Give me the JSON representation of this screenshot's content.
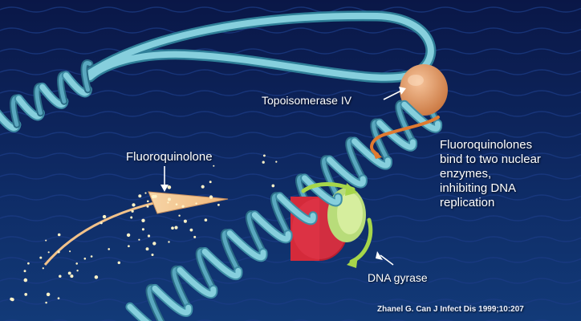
{
  "labels": {
    "fluoroquinolone": "Fluoroquinolone",
    "topoisomerase": "Topoisomerase IV",
    "dna_gyrase": "DNA gyrase",
    "description_lines": [
      "Fluoroquinolones",
      "bind to two nuclear",
      "enzymes,",
      "inhibiting DNA",
      "replication"
    ],
    "citation": "Zhanel G. Can J Infect Dis 1999;10:207"
  },
  "colors": {
    "background_top": "#0a1747",
    "background_bottom": "#123a78",
    "dna_ribbon": "#7fc8d8",
    "dna_ribbon_dark": "#3f8ea6",
    "topoisomerase": "#e8a070",
    "gyrase_red": "#d42a3a",
    "gyrase_green": "#b8dc7a",
    "rotation_arrow_green": "#a6d64a",
    "rotation_arrow_orange": "#e07a30",
    "drug_arrow": "#f2c28a",
    "drug_particles": "#fff3c8"
  }
}
